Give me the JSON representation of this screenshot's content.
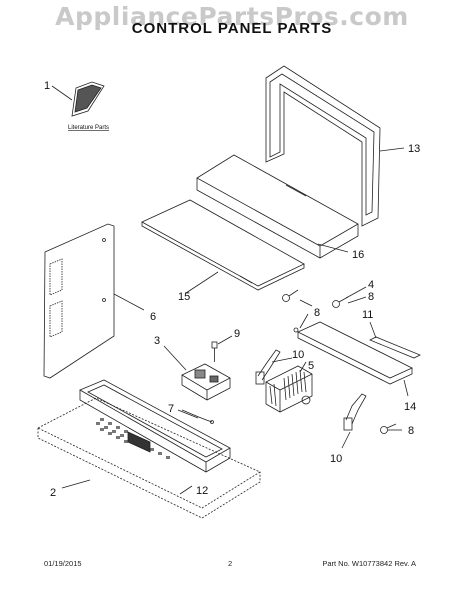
{
  "watermark": "AppliancePartsPros.com",
  "title": "CONTROL PANEL PARTS",
  "literature_label": "Literature Parts",
  "callouts": {
    "c1": "1",
    "c13": "13",
    "c16": "16",
    "c15": "15",
    "c6": "6",
    "c4": "4",
    "c8a": "8",
    "c8b": "8",
    "c11": "11",
    "c3": "3",
    "c9": "9",
    "c10a": "10",
    "c5": "5",
    "c7": "7",
    "c14": "14",
    "c8c": "8",
    "c10b": "10",
    "c2": "2",
    "c12": "12"
  },
  "footer": {
    "date": "01/19/2015",
    "page": "2",
    "part_number": "Part No. W10773842  Rev. A"
  }
}
